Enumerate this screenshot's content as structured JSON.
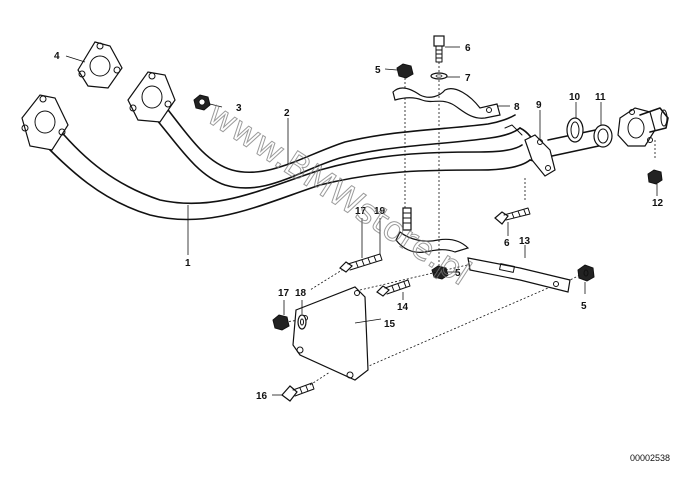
{
  "watermark": "www.BMWstore.pl",
  "reference_number": "00002538",
  "callouts": {
    "c1": "1",
    "c2": "2",
    "c3": "3",
    "c4": "4",
    "c5a": "5",
    "c5b": "5",
    "c5c": "5",
    "c6a": "6",
    "c6b": "6",
    "c7": "7",
    "c8": "8",
    "c9": "9",
    "c10": "10",
    "c11": "11",
    "c12": "12",
    "c13": "13",
    "c14": "14",
    "c15": "15",
    "c16": "16",
    "c17a": "17",
    "c17b": "17",
    "c18": "18",
    "c19": "19"
  }
}
